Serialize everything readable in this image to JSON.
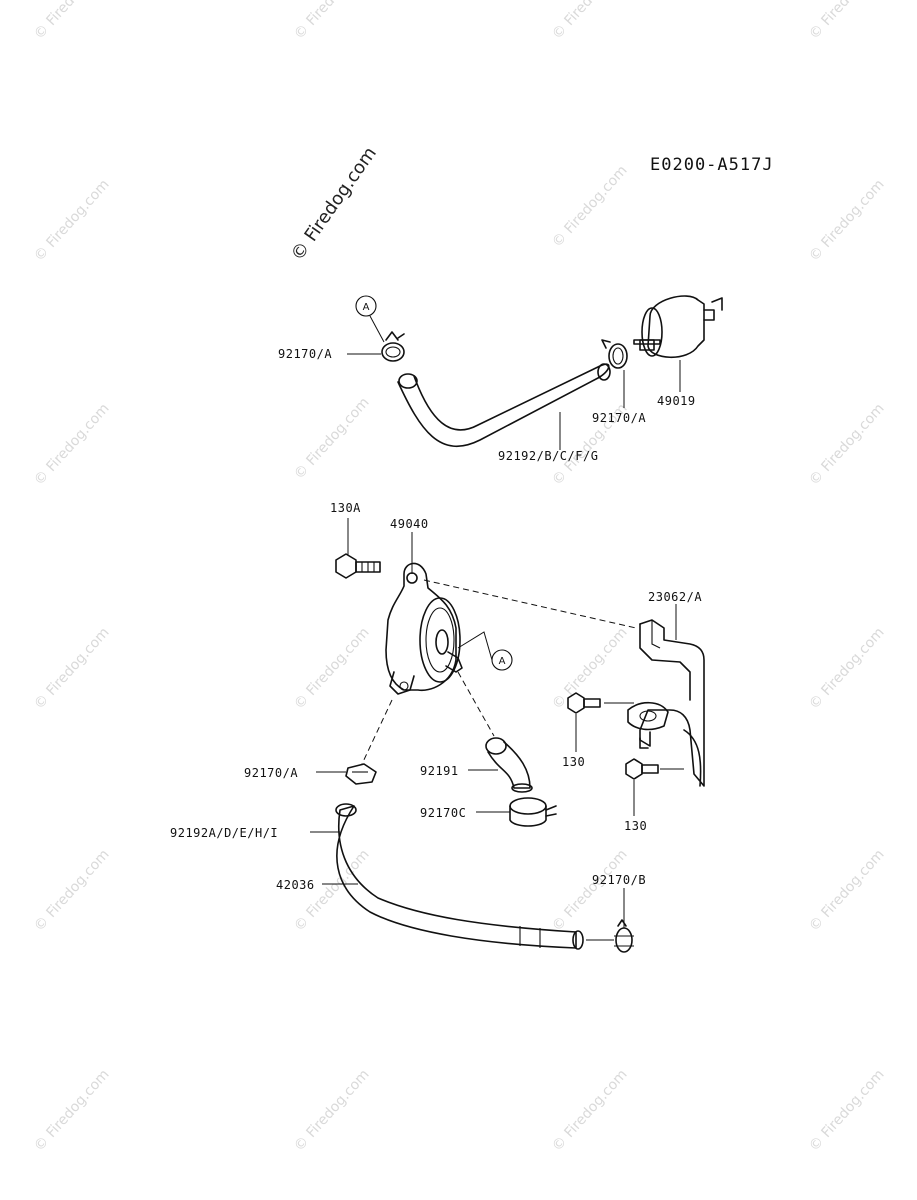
{
  "diagram_code": "E0200-A517J",
  "watermark_main": "© Firedog.com",
  "watermark_tile": "© Firedog.com",
  "labels": {
    "clamp_top_left": "92170/A",
    "clamp_top_right": "92170/A",
    "filter": "49019",
    "hose_top": "92192/B/C/F/G",
    "bolt_130a": "130A",
    "pump": "49040",
    "bracket": "23062/A",
    "bolt_130_upper": "130",
    "bolt_130_lower": "130",
    "clamp_mid_left": "92170/A",
    "hose_small": "92191",
    "clamp_c": "92170C",
    "hose_long_a": "92192A/D/E/H/I",
    "hose_long_b": "42036",
    "clamp_b": "92170/B"
  },
  "callouts": {
    "ref_top": "A",
    "ref_pump": "A"
  }
}
